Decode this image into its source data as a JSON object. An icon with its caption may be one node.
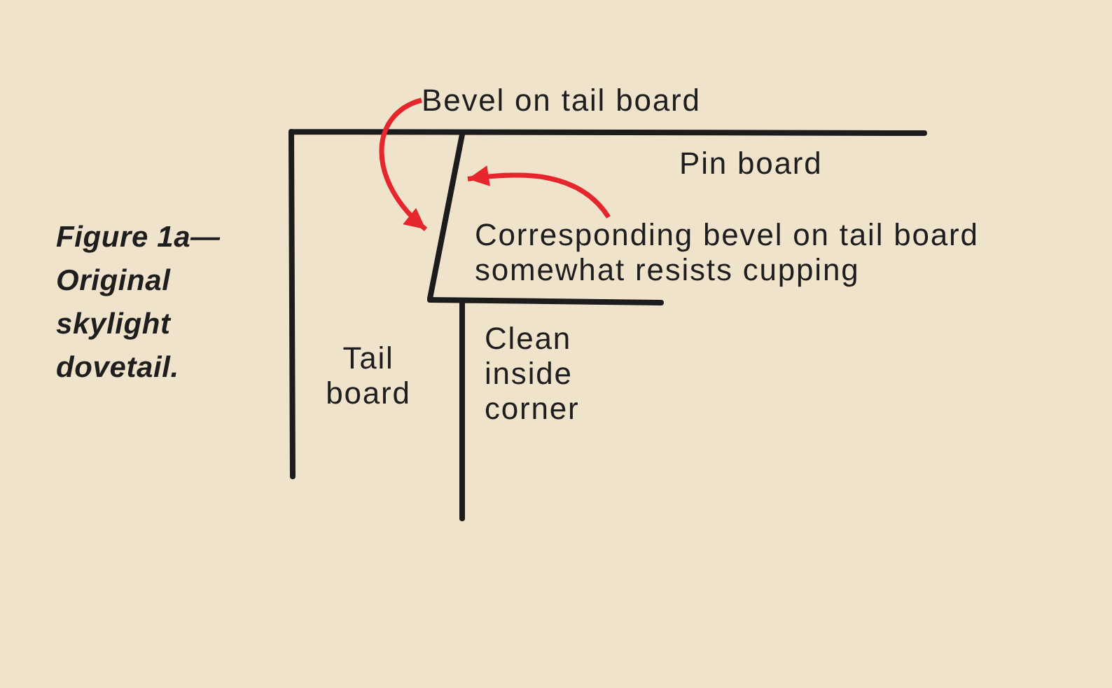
{
  "diagram": {
    "caption": "Figure 1a— Original skylight dovetail.",
    "nodes": [
      {
        "text": [
          "Bevel on tail board"
        ]
      },
      {
        "text": [
          "Corresponding bevel on tail board somewhat resists cupping"
        ]
      },
      {
        "text": [],
        "shape": "bar"
      }
    ],
    "edges": [
      {
        "from": 0,
        "to": 2,
        "arrow": "to"
      },
      {
        "from": 1,
        "to": 2,
        "arrow": "to"
      }
    ],
    "labels": [
      "Pin board",
      "Tail board",
      "Clean inside corner"
    ]
  }
}
